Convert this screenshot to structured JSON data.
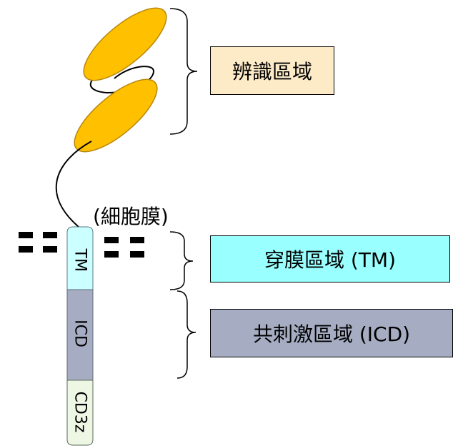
{
  "labels": {
    "recognition": "辨識區域",
    "transmembrane": "穿膜區域 (TM)",
    "costimulatory": "共刺激區域 (ICD)",
    "membrane": "(細胞膜)"
  },
  "segments": {
    "tm": "TM",
    "icd": "ICD",
    "cd3z": "CD3z"
  },
  "colors": {
    "domain_fill": "#FFC000",
    "domain_stroke": "#B8860B",
    "recognition_box": "#FDEBC8",
    "tm_fill": "#CCFFFF",
    "tm_box": "#99FFFF",
    "icd_fill": "#A6ADC2",
    "icd_box": "#A6ADC2",
    "cd3z_fill": "#EEF6E4"
  }
}
